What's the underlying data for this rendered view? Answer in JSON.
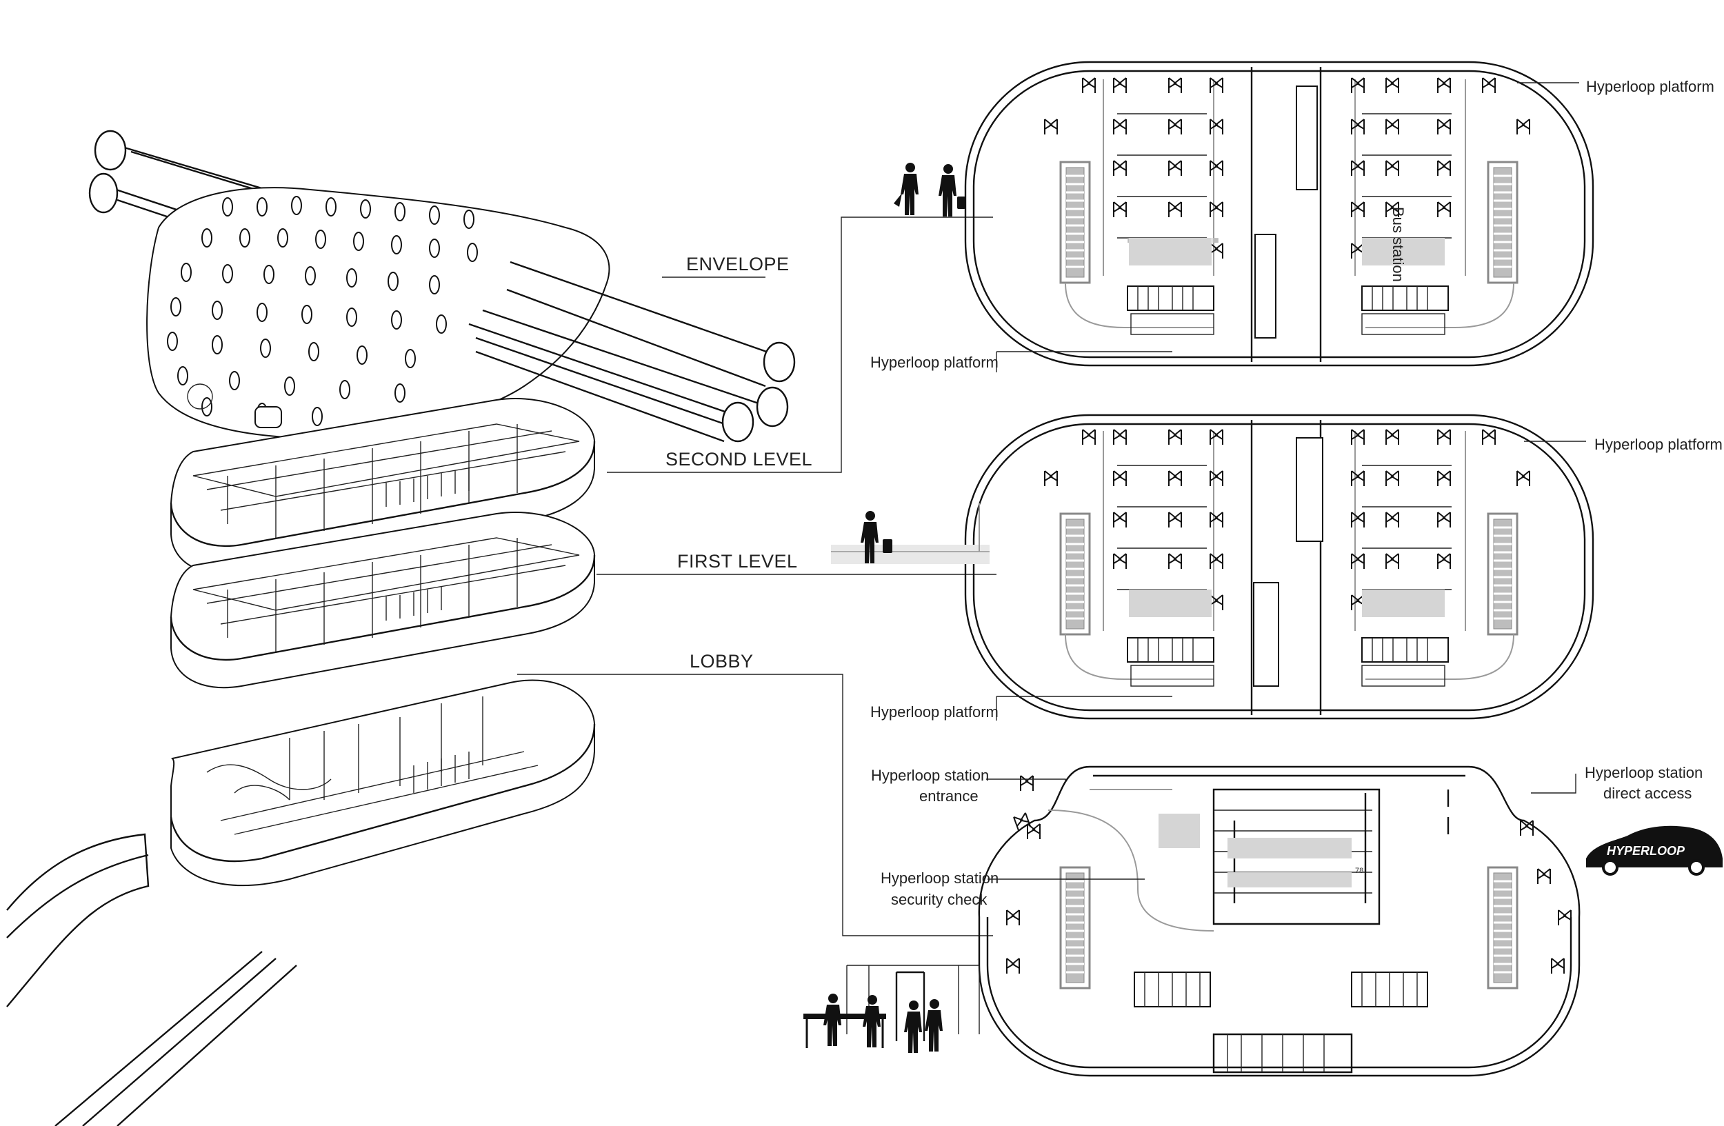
{
  "labels": {
    "envelope": "ENVELOPE",
    "second_level": "SECOND LEVEL",
    "first_level": "FIRST LEVEL",
    "lobby": "LOBBY"
  },
  "plan_top": {
    "platform_right": "Hyperloop platform",
    "platform_left": "Hyperloop platform",
    "bus_station": "Bus station"
  },
  "plan_mid": {
    "platform_right": "Hyperloop platform",
    "platform_left": "Hyperloop platform"
  },
  "plan_lobby": {
    "entrance_line1": "Hyperloop station",
    "entrance_line2": "entrance",
    "security_line1": "Hyperloop station",
    "security_line2": "security check",
    "direct_line1": "Hyperloop station",
    "direct_line2": "direct access",
    "car_brand": "HYPERLOOP",
    "counter_number": "78"
  }
}
